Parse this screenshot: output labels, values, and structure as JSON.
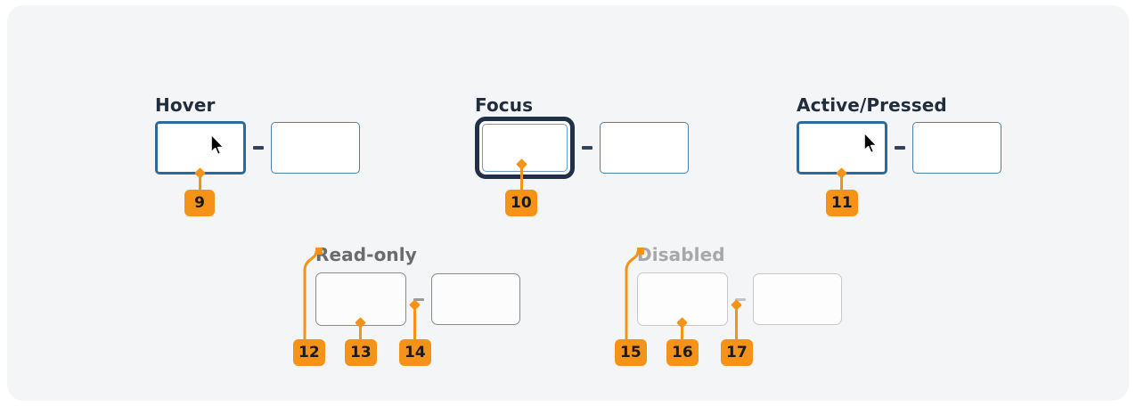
{
  "page": {
    "background": "#ffffff",
    "panel_background": "#f4f5f7",
    "marker_color": "#f59218",
    "heading_color": "#1f2d3d",
    "readonly_color": "#6b6b6b",
    "disabled_color": "#a8a8a8",
    "hover_border_color": "#2b6a9b",
    "focus_ring_color": "#1f3048",
    "plain_border_color": "#4a7fae",
    "readonly_border_color": "#8a8a8a",
    "disabled_border_color": "#c8c8c8"
  },
  "groups": [
    {
      "key": "hover",
      "title": "Hover",
      "title_style": "default",
      "field_state": "hover",
      "cursor": "arrow-cursor",
      "separator": "dash",
      "markers": [
        {
          "id": "9",
          "label": "9",
          "anchor": "diamond",
          "target": "primary-input"
        }
      ]
    },
    {
      "key": "focus",
      "title": "Focus",
      "title_style": "default",
      "field_state": "focus",
      "cursor": "none",
      "separator": "dash",
      "markers": [
        {
          "id": "10",
          "label": "10",
          "anchor": "diamond",
          "target": "primary-input"
        }
      ]
    },
    {
      "key": "active",
      "title": "Active/Pressed",
      "title_style": "default",
      "field_state": "active",
      "cursor": "arrow-cursor",
      "separator": "dash",
      "markers": [
        {
          "id": "11",
          "label": "11",
          "anchor": "diamond",
          "target": "primary-input"
        }
      ]
    },
    {
      "key": "readonly",
      "title": "Read-only",
      "title_style": "muted",
      "field_state": "readonly",
      "cursor": "none",
      "separator": "dash",
      "markers": [
        {
          "id": "12",
          "label": "12",
          "anchor": "square",
          "target": "group-title"
        },
        {
          "id": "13",
          "label": "13",
          "anchor": "diamond",
          "target": "primary-input"
        },
        {
          "id": "14",
          "label": "14",
          "anchor": "diamond",
          "target": "separator"
        }
      ]
    },
    {
      "key": "disabled",
      "title": "Disabled",
      "title_style": "disabled",
      "field_state": "disabled",
      "cursor": "none",
      "separator": "dash",
      "markers": [
        {
          "id": "15",
          "label": "15",
          "anchor": "square",
          "target": "group-title"
        },
        {
          "id": "16",
          "label": "16",
          "anchor": "diamond",
          "target": "primary-input"
        },
        {
          "id": "17",
          "label": "17",
          "anchor": "diamond",
          "target": "separator"
        }
      ]
    }
  ]
}
